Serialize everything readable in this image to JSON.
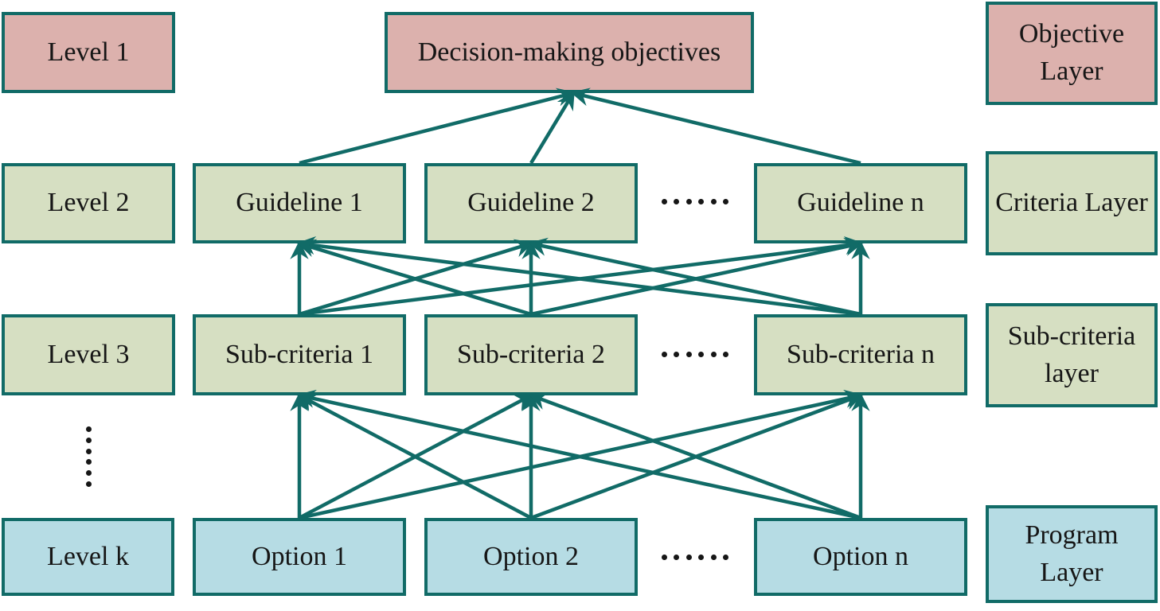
{
  "colors": {
    "teal": "#116b67",
    "pink": "#dcb1ad",
    "green": "#d6dfc2",
    "blue": "#b6dce4",
    "ink": "#161616",
    "background": "#ffffff"
  },
  "diagram": {
    "left_column": [
      {
        "id": "level-1",
        "label": "Level 1"
      },
      {
        "id": "level-2",
        "label": "Level 2"
      },
      {
        "id": "level-3",
        "label": "Level 3"
      },
      {
        "id": "level-k",
        "label": "Level k"
      }
    ],
    "nodes": [
      {
        "id": "objective",
        "label": "Decision-making objectives"
      },
      {
        "id": "guideline-1",
        "label": "Guideline 1"
      },
      {
        "id": "guideline-2",
        "label": "Guideline 2"
      },
      {
        "id": "guideline-n",
        "label": "Guideline n"
      },
      {
        "id": "sub-criteria-1",
        "label": "Sub-criteria 1"
      },
      {
        "id": "sub-criteria-2",
        "label": "Sub-criteria 2"
      },
      {
        "id": "sub-criteria-n",
        "label": "Sub-criteria n"
      },
      {
        "id": "option-1",
        "label": "Option 1"
      },
      {
        "id": "option-2",
        "label": "Option 2"
      },
      {
        "id": "option-n",
        "label": "Option n"
      }
    ],
    "right_column": [
      {
        "id": "objective-layer",
        "label": "Objective Layer"
      },
      {
        "id": "criteria-layer",
        "label": "Criteria Layer"
      },
      {
        "id": "sub-criteria-layer",
        "label": "Sub-criteria layer"
      },
      {
        "id": "program-layer",
        "label": "Program Layer"
      }
    ],
    "ellipsis": {
      "horizontal": "······",
      "vertical": "⋮"
    },
    "edges": [
      {
        "from": "guideline-1",
        "to": "objective"
      },
      {
        "from": "guideline-2",
        "to": "objective"
      },
      {
        "from": "guideline-n",
        "to": "objective"
      },
      {
        "from": "sub-criteria-1",
        "to": "guideline-1"
      },
      {
        "from": "sub-criteria-1",
        "to": "guideline-2"
      },
      {
        "from": "sub-criteria-1",
        "to": "guideline-n"
      },
      {
        "from": "sub-criteria-2",
        "to": "guideline-1"
      },
      {
        "from": "sub-criteria-2",
        "to": "guideline-2"
      },
      {
        "from": "sub-criteria-2",
        "to": "guideline-n"
      },
      {
        "from": "sub-criteria-n",
        "to": "guideline-1"
      },
      {
        "from": "sub-criteria-n",
        "to": "guideline-2"
      },
      {
        "from": "sub-criteria-n",
        "to": "guideline-n"
      },
      {
        "from": "option-1",
        "to": "sub-criteria-1"
      },
      {
        "from": "option-1",
        "to": "sub-criteria-2"
      },
      {
        "from": "option-1",
        "to": "sub-criteria-n"
      },
      {
        "from": "option-2",
        "to": "sub-criteria-1"
      },
      {
        "from": "option-2",
        "to": "sub-criteria-2"
      },
      {
        "from": "option-2",
        "to": "sub-criteria-n"
      },
      {
        "from": "option-n",
        "to": "sub-criteria-1"
      },
      {
        "from": "option-n",
        "to": "sub-criteria-2"
      },
      {
        "from": "option-n",
        "to": "sub-criteria-n"
      }
    ]
  }
}
